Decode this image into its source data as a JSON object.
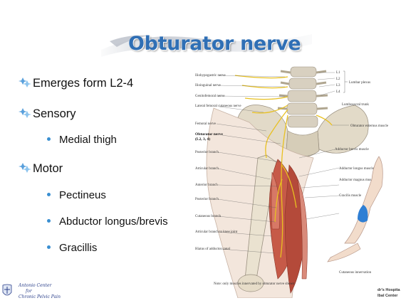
{
  "slide": {
    "title": "Obturator nerve",
    "bullets": [
      {
        "text": "Emerges form L2-4"
      },
      {
        "text": "Sensory"
      },
      {
        "text": "Medial thigh"
      },
      {
        "text": "Motor"
      },
      {
        "text": "Pectineus"
      },
      {
        "text": "Abductor longus/brevis"
      },
      {
        "text": "Gracillis"
      }
    ]
  },
  "figure": {
    "labels_left": [
      "Iliohypogastric nerve",
      "Ilioinguinal nerve",
      "Genitofemoral nerve",
      "Lateral femoral cutaneous nerve",
      "Femoral nerve",
      "Obturator nerve",
      "(L2, 3, 4)",
      "Posterior branch",
      "Articular branch",
      "Anterior branch",
      "Posterior branch",
      "Cutaneous branch",
      "Articular branch to knee joint",
      "Hiatus of adductor canal"
    ],
    "labels_right": [
      "L1",
      "L2",
      "L3",
      "L4",
      "Lumbar plexus",
      "Lumbosacral trunk",
      "Obturator externus muscle",
      "Adductor brevis muscle",
      "Adductor longus muscle (cut)",
      "Adductor magnus muscle (ischiocondylar part supplied by sciatic nerve)",
      "Gracilis muscle"
    ],
    "inset_label": "Cutaneous innervation",
    "note": "Note: only muscles innervated by obturator nerve shown"
  },
  "logos": {
    "left": [
      "Antonio Center",
      "for",
      "Chronic Pelvic Pain"
    ],
    "right": [
      "dr's Hospita",
      "lbal Center"
    ]
  },
  "colors": {
    "title": "#2f6fb5",
    "bullet_star": "#5aa0dc",
    "bullet_dot": "#3a8fd1",
    "inset_patch": "#2f7fd4"
  }
}
